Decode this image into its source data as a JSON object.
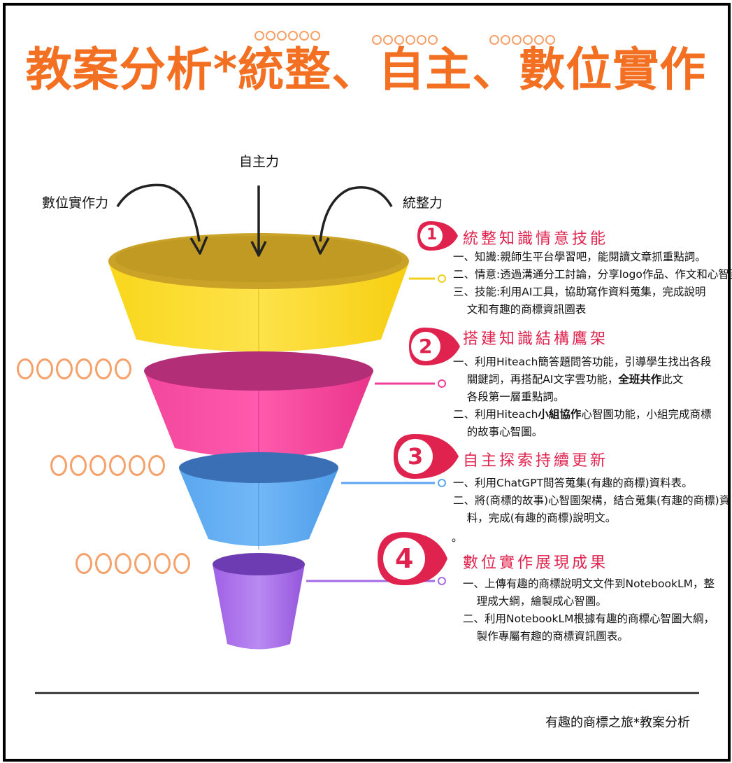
{
  "title": "教案分析*統整、自主、數位實作",
  "arrow_labels": {
    "left": "數位實作力",
    "middle": "自主力",
    "right": "統整力"
  },
  "sections": [
    {
      "number": "1",
      "heading": "統整知識情意技能",
      "lines": [
        "一、知識:親師生平台學習吧，能閱讀文章抓重點詞。",
        "二、情意:透過溝通分工討論，分享logo作品、作文和心智圖。",
        "三、技能:利用AI工具，協助寫作資料蒐集，完成說明",
        "    文和有趣的商標資訊圖表"
      ]
    },
    {
      "number": "2",
      "heading": "搭建知識結構鷹架",
      "lines": [
        "一、利用Hiteach簡答題問答功能，引導學生找出各段",
        "    關鍵詞，再搭配AI文字雲功能，",
        "    各段第一層重點詞。",
        "二、利用Hiteach",
        "    的故事心智圖。"
      ],
      "bold_1": "全班共作",
      "after_bold_1": "此文",
      "bold_2": "小組協作",
      "after_bold_2": "心智圖功能，小組完成商標"
    },
    {
      "number": "3",
      "heading": "自主探索持續更新",
      "lines": [
        "一、利用ChatGPT問答蒐集(有趣的商標)資料表。",
        "二、將(商標的故事)心智圖架構，結合蒐集(有趣的商標)資",
        "    料，完成(有趣的商標)說明文。"
      ],
      "stray": "。"
    },
    {
      "number": "4",
      "heading": "數位實作展現成果",
      "lines": [
        "一、上傳有趣的商標說明文文件到NotebookLM，整",
        "    理成大綱，繪製成心智圖。",
        "二、利用NotebookLM根據有趣的商標心智圖大綱，",
        "    製作專屬有趣的商標資訊圖表。"
      ]
    }
  ],
  "footer": "有趣的商標之旅*教案分析",
  "colors": {
    "title": "#f36f21",
    "heading": "#e0234e",
    "tier1": "#f9d71c",
    "tier2": "#ee3f96",
    "tier3": "#5aa7ef",
    "tier4": "#a46be8"
  }
}
